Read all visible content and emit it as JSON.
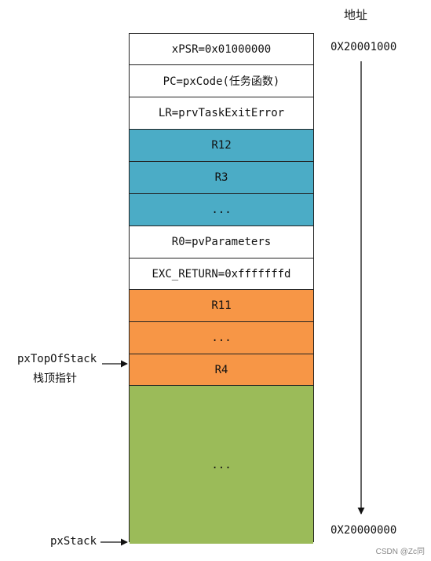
{
  "title": "地址",
  "address_top": "0X20001000",
  "address_bottom": "0X20000000",
  "pointers": {
    "top_of_stack": "pxTopOfStack",
    "top_of_stack_cn": "栈顶指针",
    "stack_base": "pxStack"
  },
  "stack_cells": [
    {
      "label": "xPSR=0x01000000",
      "color": "#ffffff"
    },
    {
      "label": "PC=pxCode(任务函数)",
      "color": "#ffffff"
    },
    {
      "label": "LR=prvTaskExitError",
      "color": "#ffffff"
    },
    {
      "label": "R12",
      "color": "#4bacc6"
    },
    {
      "label": "R3",
      "color": "#4bacc6"
    },
    {
      "label": "...",
      "color": "#4bacc6"
    },
    {
      "label": "R0=pvParameters",
      "color": "#ffffff"
    },
    {
      "label": "EXC_RETURN=0xfffffffd",
      "color": "#ffffff"
    },
    {
      "label": "R11",
      "color": "#f79646"
    },
    {
      "label": "...",
      "color": "#f79646"
    },
    {
      "label": "R4",
      "color": "#f79646"
    },
    {
      "label": "...",
      "color": "#9bbb59"
    }
  ],
  "watermark": "CSDN @Zc同"
}
